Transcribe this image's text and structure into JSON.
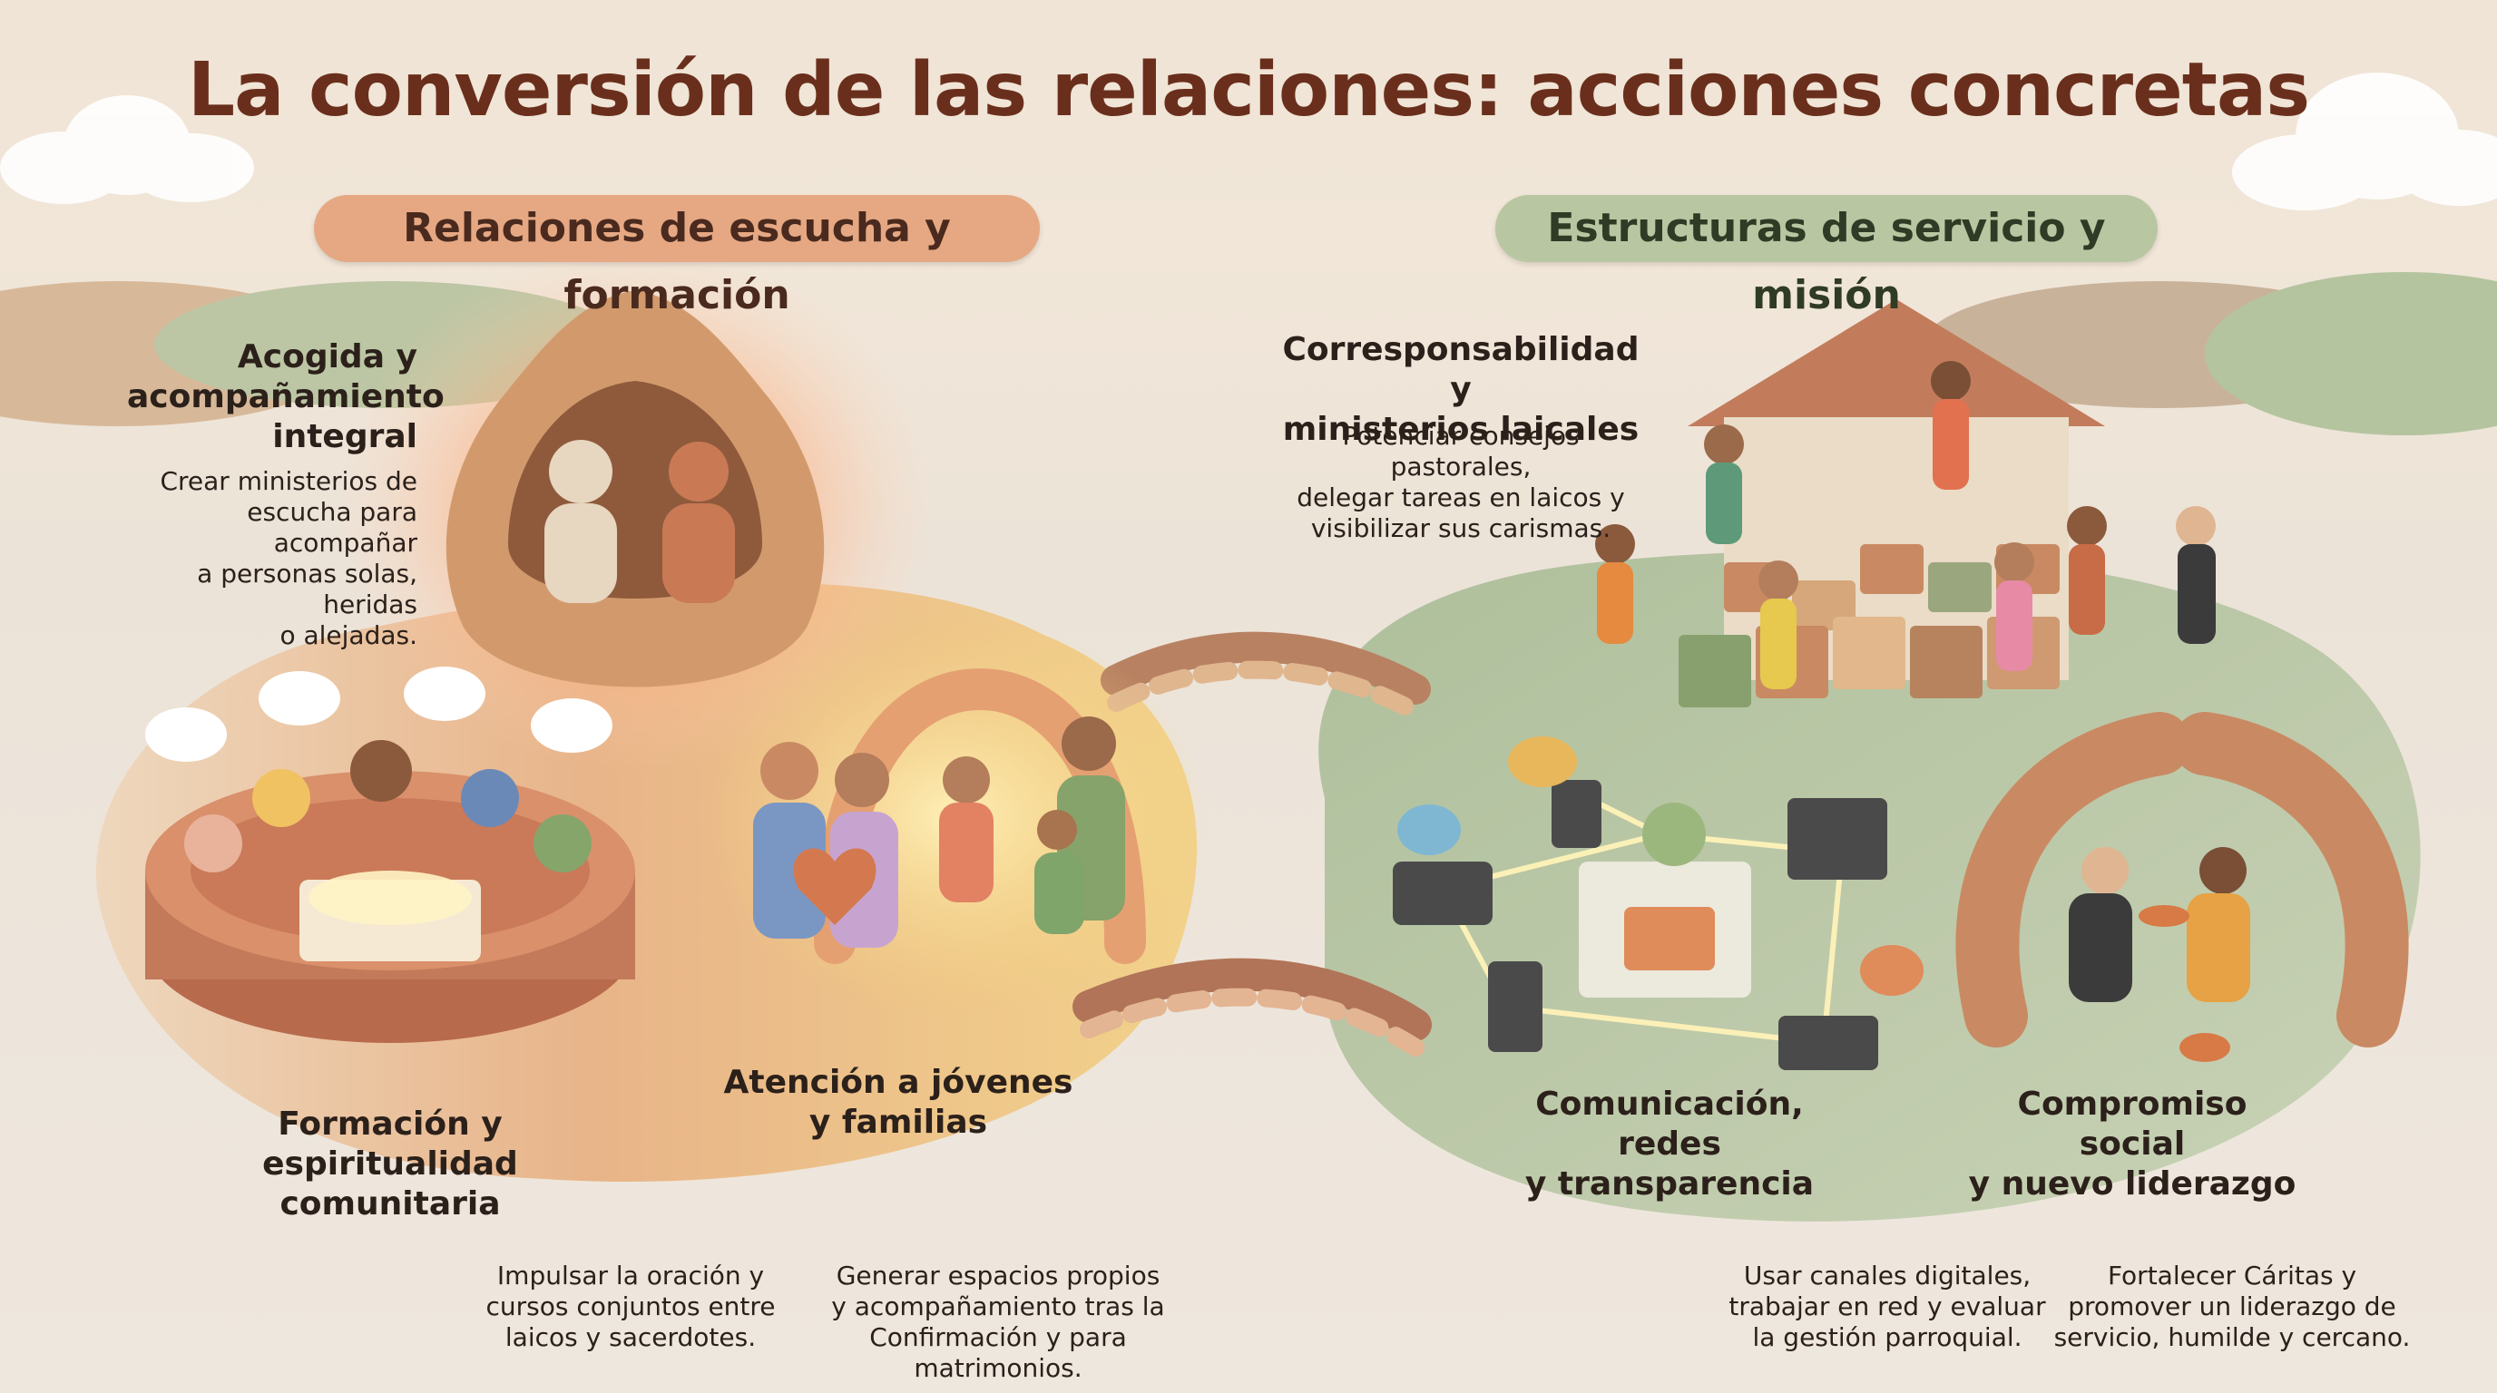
{
  "title": "La conversión de las relaciones: acciones concretas",
  "sections": {
    "left_label": "Relaciones de escucha y formación",
    "right_label": "Estructuras de servicio y misión"
  },
  "actions": {
    "acogida": {
      "heading_1": "Acogida y",
      "heading_2": "acompañamiento",
      "heading_3": "integral",
      "desc_1": "Crear ministerios de",
      "desc_2": "escucha para acompañar",
      "desc_3": "a personas solas, heridas",
      "desc_4": "o alejadas."
    },
    "formacion": {
      "heading_1": "Formación y espiritualidad",
      "heading_2": "comunitaria",
      "desc_1": "Impulsar la oración y",
      "desc_2": "cursos conjuntos entre",
      "desc_3": "laicos y sacerdotes."
    },
    "jovenes": {
      "heading_1": "Atención a jóvenes",
      "heading_2": "y familias",
      "desc_1": "Generar espacios propios",
      "desc_2": "y acompañamiento tras la",
      "desc_3": "Confirmación y para matrimonios."
    },
    "corresponsabilidad": {
      "heading_1": "Corresponsabilidad y",
      "heading_2": "ministerios laicales",
      "desc_1": "Potenciar consejos pastorales,",
      "desc_2": "delegar tareas en laicos y",
      "desc_3": "visibilizar sus carismas."
    },
    "comunicacion": {
      "heading_1": "Comunicación, redes",
      "heading_2": "y transparencia",
      "desc_1": "Usar canales digitales,",
      "desc_2": "trabajar en red y evaluar",
      "desc_3": "la gestión parroquial."
    },
    "compromiso": {
      "heading_1": "Compromiso social",
      "heading_2": "y nuevo liderazgo",
      "desc_1": "Fortalecer Cáritas y",
      "desc_2": "promover un liderazgo de",
      "desc_3": "servicio, humilde y cercano."
    }
  },
  "colors": {
    "title": "#6a2f1c",
    "left_pill": "#e6a883",
    "right_pill": "#b8c7a2",
    "left_land": "#e9b98d",
    "right_land": "#b6c6a6",
    "clay_terracotta": "#c97a55",
    "clay_cream": "#e9d8c0"
  }
}
